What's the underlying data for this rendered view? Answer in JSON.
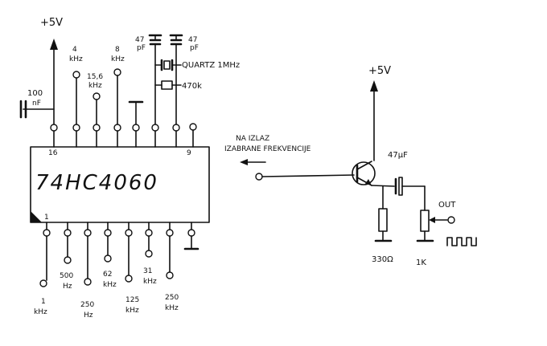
{
  "supply_left": "+5V",
  "supply_right": "+5V",
  "ic": {
    "name": "74HC4060",
    "pin16": "16",
    "pin9": "9",
    "pin1": "1"
  },
  "top_taps": [
    {
      "value": "4",
      "unit": "kHz"
    },
    {
      "value": "15,6",
      "unit": "kHz"
    },
    {
      "value": "8",
      "unit": "kHz"
    }
  ],
  "bottom_taps": [
    {
      "value": "1",
      "unit": "kHz"
    },
    {
      "value": "500",
      "unit": "Hz"
    },
    {
      "value": "250",
      "unit": "Hz"
    },
    {
      "value": "62",
      "unit": "kHz"
    },
    {
      "value": "125",
      "unit": "kHz"
    },
    {
      "value": "31",
      "unit": "kHz"
    },
    {
      "value": "250",
      "unit": "kHz"
    }
  ],
  "components": {
    "cap_supply": "100",
    "cap_supply_unit": "nF",
    "cap_osc1": "47",
    "cap_osc1_unit": "pF",
    "cap_osc2": "47",
    "cap_osc2_unit": "pF",
    "quartz": "QUARTZ 1MHz",
    "r_osc": "470k",
    "cap_out": "47µF",
    "r_emitter": "330Ω",
    "pot": "1K"
  },
  "note_line1": "NA IZLAZ",
  "note_line2": "IZABRANE FREKVENCIJE",
  "out_label": "OUT"
}
